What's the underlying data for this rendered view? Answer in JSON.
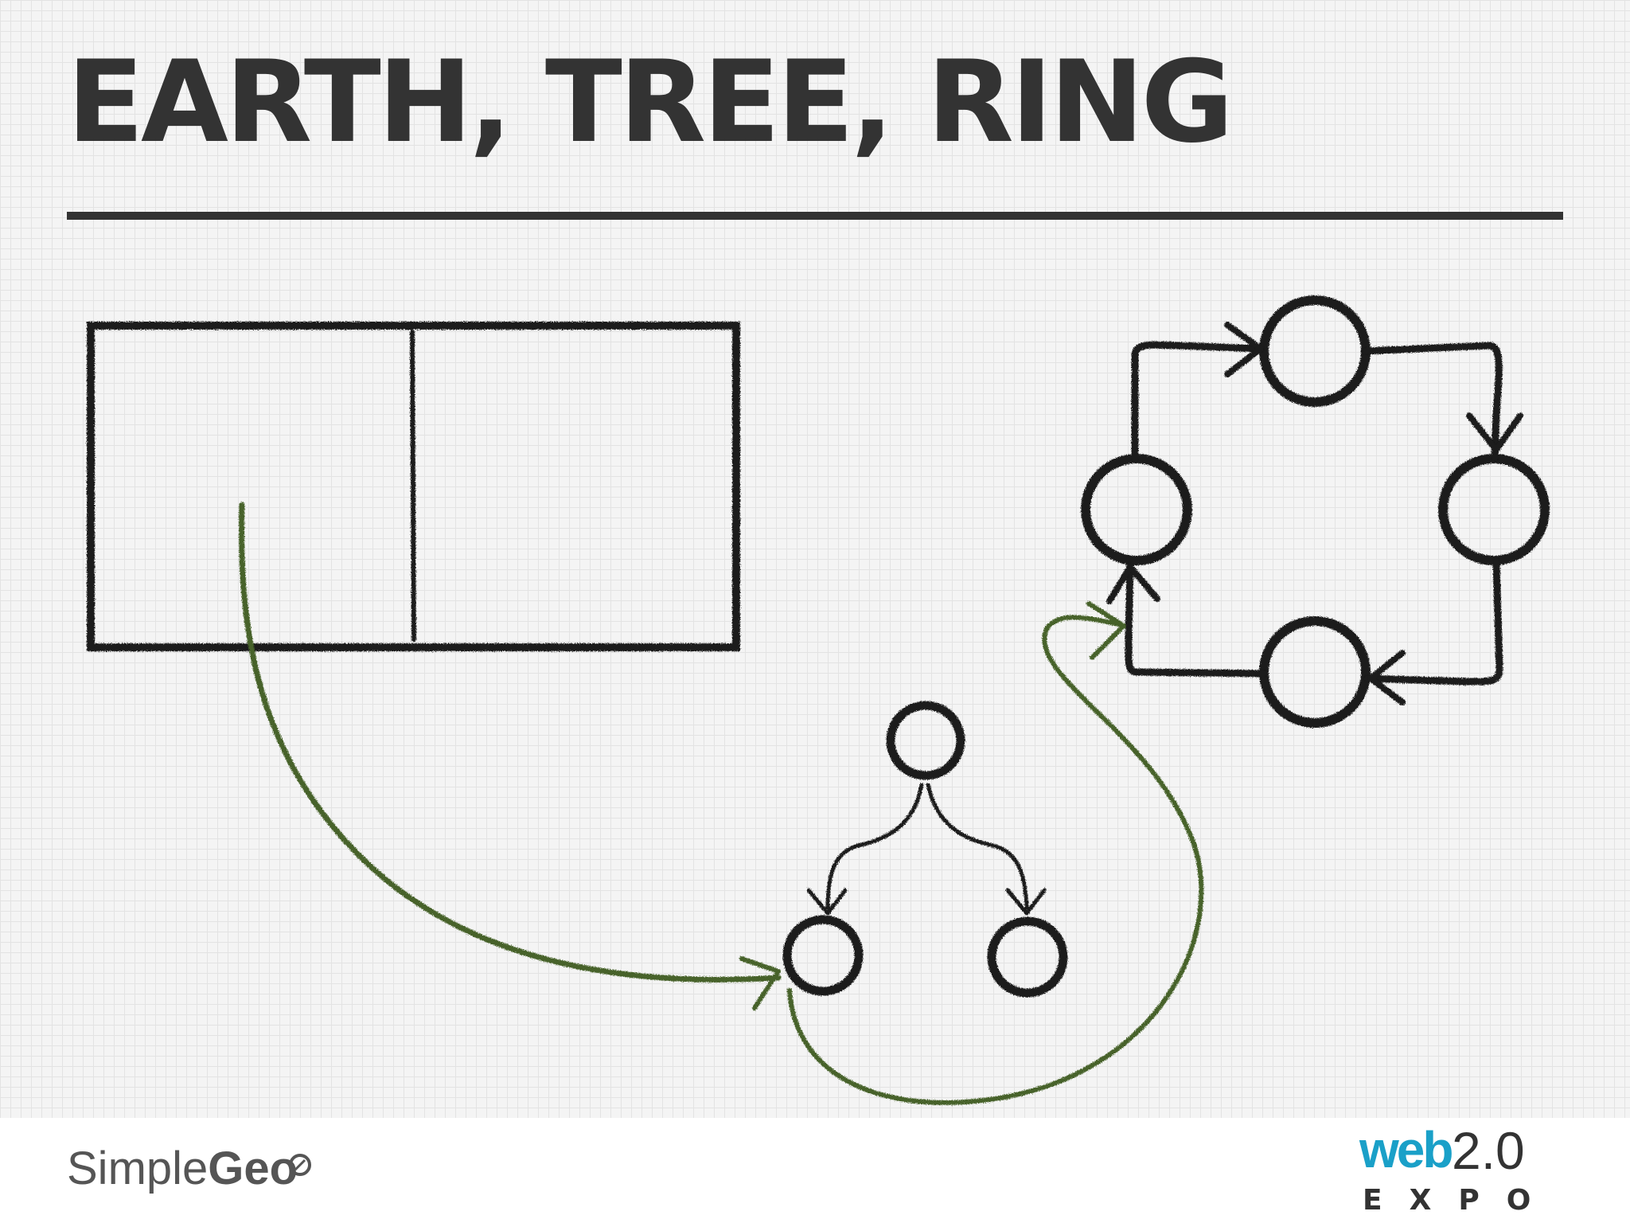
{
  "slide": {
    "title": "EARTH, TREE, RING"
  },
  "footer": {
    "left_logo": {
      "part1": "Simple",
      "part2": "Geo",
      "icon": "compass-icon"
    },
    "right_logo": {
      "word": "web",
      "version": "2.0",
      "sub": "EXPO"
    }
  },
  "colors": {
    "ink": "#1a1a1a",
    "title": "#333333",
    "arrow_green": "#46622a",
    "brand_blue": "#1aa0c8"
  }
}
